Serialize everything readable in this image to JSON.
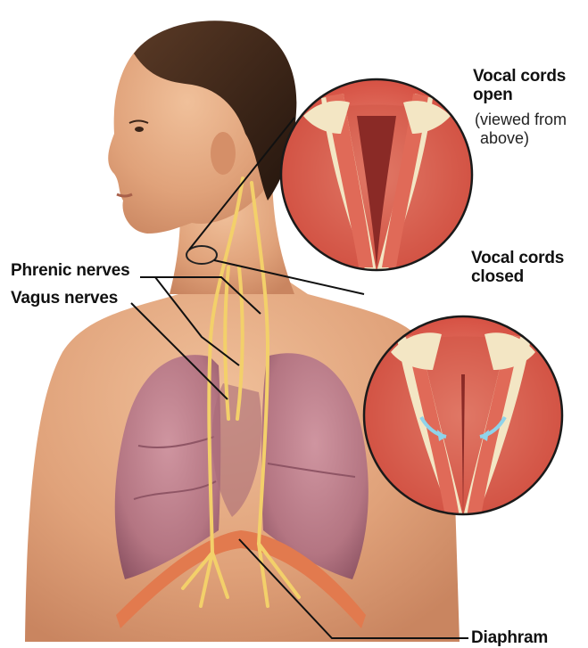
{
  "labels": {
    "open_title_1": "Vocal cords",
    "open_title_2": "open",
    "open_note_1": "(viewed from",
    "open_note_2": "above)",
    "closed_title_1": "Vocal cords",
    "closed_title_2": "closed",
    "phrenic": "Phrenic nerves",
    "vagus": "Vagus nerves",
    "diaphragm": "Diaphram"
  },
  "colors": {
    "skin": "#e0a27a",
    "skin_shade": "#c98560",
    "hair": "#3a2418",
    "lung": "#b97a86",
    "lung_shade": "#9c5e6d",
    "nerve": "#f3d06a",
    "diaphragm": "#e27a4e",
    "muscle": "#d9584a",
    "muscle_light": "#ee8a78",
    "cartilage": "#f3e6c4",
    "arrow": "#8fd3ea",
    "leader": "#111111"
  }
}
